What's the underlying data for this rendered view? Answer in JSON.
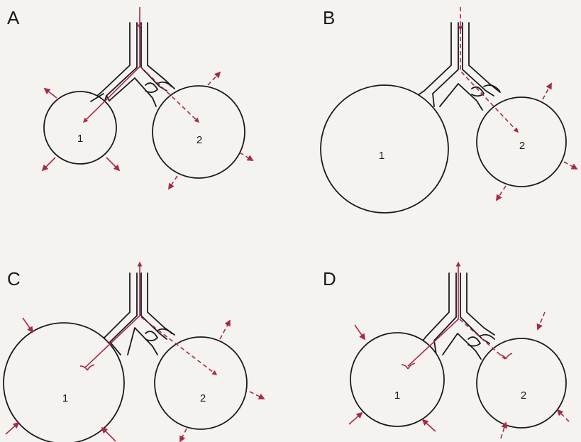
{
  "figure": {
    "panels": [
      {
        "letter": "A",
        "alveolus_1": "1",
        "alveolus_2": "2"
      },
      {
        "letter": "B",
        "alveolus_1": "1",
        "alveolus_2": "2"
      },
      {
        "letter": "C",
        "alveolus_1": "1",
        "alveolus_2": "2"
      },
      {
        "letter": "D",
        "alveolus_1": "1",
        "alveolus_2": "2"
      }
    ],
    "colors": {
      "ink": "#1a1a1a",
      "arrow": "#a8284a",
      "background": "#f4f3f0"
    }
  }
}
